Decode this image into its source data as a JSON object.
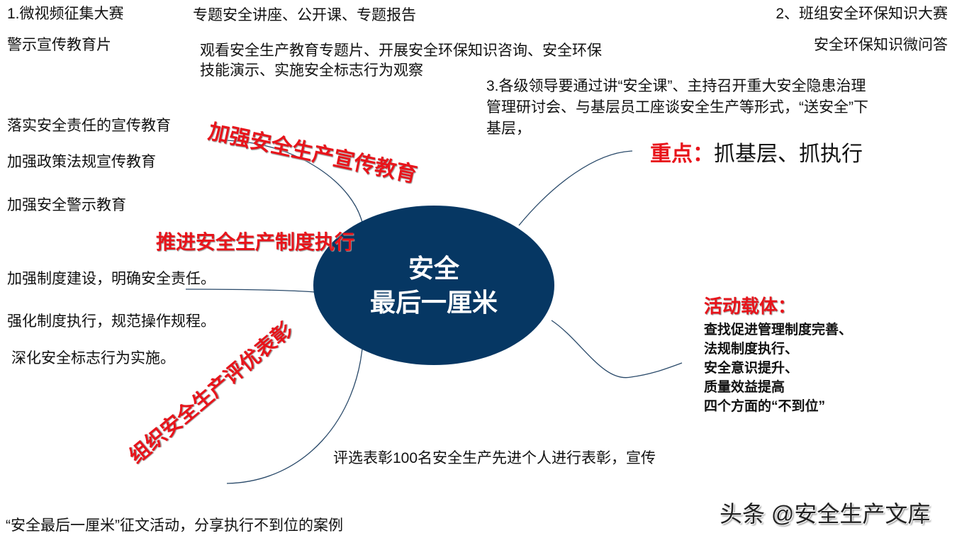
{
  "center": {
    "line1": "安全",
    "line2": "最后一厘米",
    "color": "#063763"
  },
  "branches": {
    "propaganda": "加强安全生产宣传教育",
    "system": "推进安全生产制度执行",
    "commend": "组织安全生产评优表彰",
    "focus_label": "重点：",
    "focus_text": "抓基层、抓执行",
    "carrier_label": "活动载体："
  },
  "top_items": {
    "video_contest": "1.微视频征集大赛",
    "warning_film": "警示宣传教育片",
    "lectures": "专题安全讲座、公开课、专题报告",
    "watch_line1": "观看安全生产教育专题片、开展安全环保知识咨询、安全环保",
    "watch_line2": "技能演示、实施安全标志行为观察",
    "team_contest": "2、班组安全环保知识大赛",
    "micro_qa": "安全环保知识微问答",
    "leaders_line1": "3.各级领导要通过讲“安全课”、主持召开重大安全隐患治理",
    "leaders_line2": "管理研讨会、与基层员工座谈安全生产等形式，“送安全”下",
    "leaders_line3": "基层，"
  },
  "left_items": [
    "落实安全责任的宣传教育",
    "加强政策法规宣传教育",
    "加强安全警示教育",
    "加强制度建设，明确安全责任。",
    "强化制度执行，规范操作规程。",
    "深化安全标志行为实施。"
  ],
  "carrier_items": [
    "查找促进管理制度完善、",
    "法规制度执行、",
    "安全意识提升、",
    "质量效益提高",
    "四个方面的“不到位”"
  ],
  "bottom_items": {
    "commend_detail": "评选表彰100名安全生产先进个人进行表彰，宣传",
    "essay": "“安全最后一厘米”征文活动，分享执行不到位的案例"
  },
  "watermark": "头条 @安全生产文库",
  "accent_color": "#e8141b"
}
